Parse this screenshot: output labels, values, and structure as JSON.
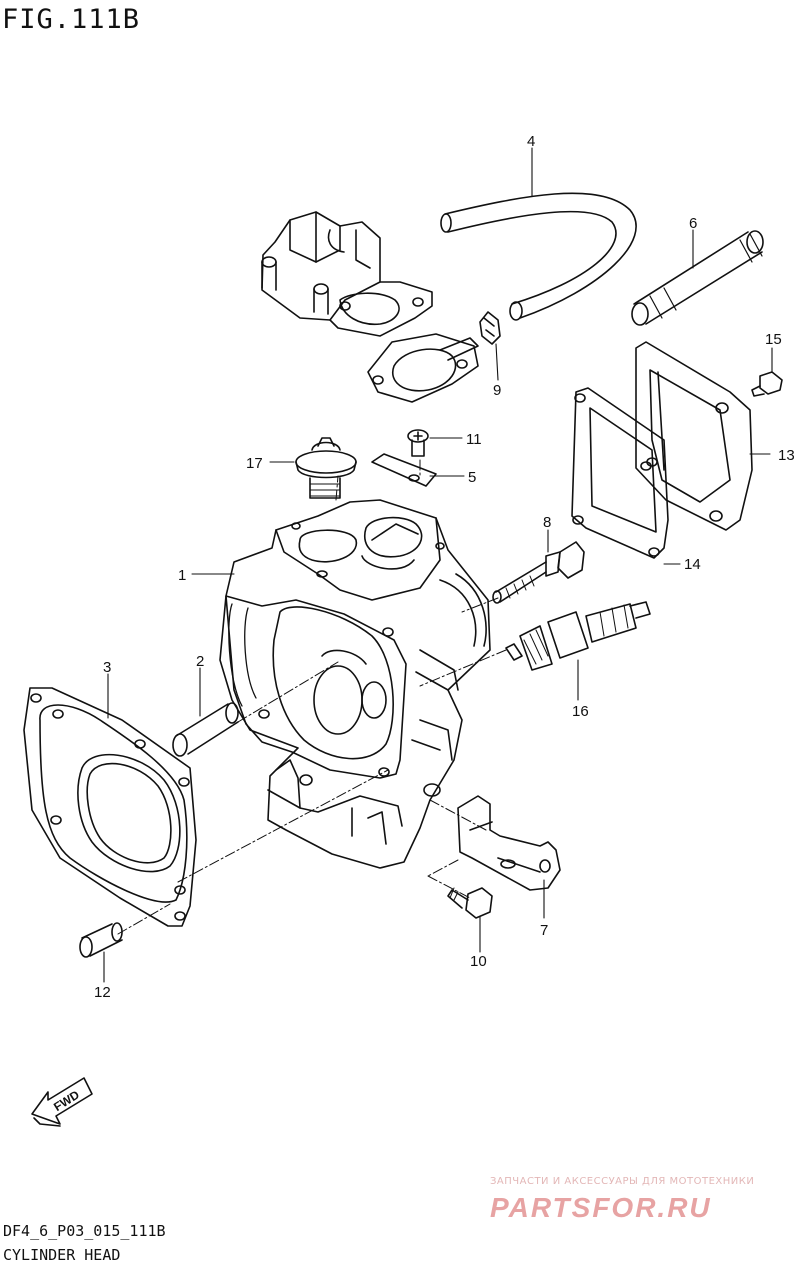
{
  "figure": {
    "id": "FIG.111B",
    "code": "DF4_6_P03_015_111B",
    "title": "CYLINDER HEAD"
  },
  "callouts": [
    "1",
    "2",
    "3",
    "4",
    "5",
    "6",
    "7",
    "8",
    "9",
    "10",
    "11",
    "12",
    "13",
    "14",
    "15",
    "16",
    "17"
  ],
  "fwd_label": "FWD",
  "watermark": {
    "tagline": "ЗАПЧАСТИ И АКСЕССУАРЫ ДЛЯ МОТОТЕХНИКИ",
    "logo_text": "PARTSFOR.RU",
    "color": "#e7a3a3"
  }
}
